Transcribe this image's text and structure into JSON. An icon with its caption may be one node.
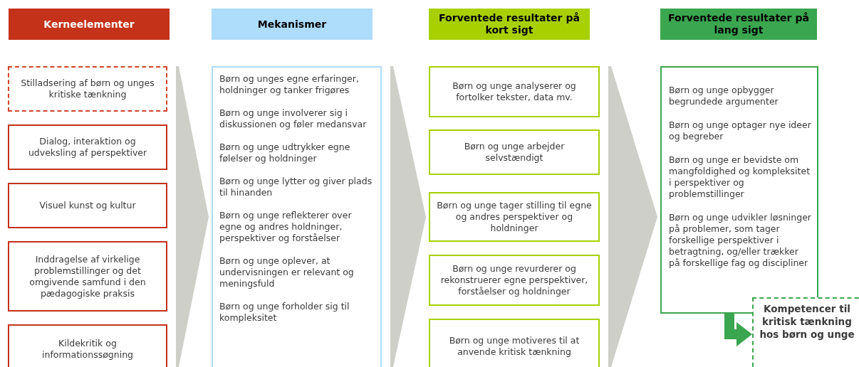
{
  "diagram": {
    "nodes": [
      {
        "text": [
          "Kerneelementer"
        ]
      },
      {
        "text": [
          "Mekanismer"
        ]
      },
      {
        "text": [
          "Forventede resultater på kort sigt"
        ]
      },
      {
        "text": [
          "Forventede resultater på lang sigt"
        ]
      },
      {
        "text": [
          "Stilladsering af børn og unges kritiske tænkning"
        ]
      },
      {
        "text": [
          "Dialog, interaktion og udveksling af perspektiver"
        ]
      },
      {
        "text": [
          "Visuel kunst og kultur"
        ]
      },
      {
        "text": [
          "Inddragelse af virkelige problemstillinger og det omgivende samfund i den pædagogiske praksis"
        ]
      },
      {
        "text": [
          "Kildekritik og informationssøgning"
        ]
      },
      {
        "text": [
          "Børn og unges egne erfaringer, holdninger og tanker frigøres",
          "Børn og unge involverer sig i diskussionen og føler medansvar",
          "Børn og unge udtrykker egne følelser og holdninger",
          "Børn og unge lytter og giver plads til hinanden",
          "Børn og unge reflekterer over egne og andres holdninger, perspektiver og forståelser",
          "Børn og unge oplever, at undervisningen er relevant og meningsfuld",
          "Børn og unge forholder sig til kompleksitet"
        ]
      },
      {
        "text": [
          "Børn og unge analyserer og fortolker tekster, data mv."
        ]
      },
      {
        "text": [
          "Børn og unge arbejder selvstændigt"
        ]
      },
      {
        "text": [
          "Børn og unge  tager stilling til egne og andres perspektiver og holdninger"
        ]
      },
      {
        "text": [
          "Børn og unge revurderer og rekonstruerer egne perspektiver, forståelser og holdninger"
        ]
      },
      {
        "text": [
          "Børn og unge motiveres til at anvende kritisk tænkning"
        ]
      },
      {
        "text": [
          "Børn og unge opbygger begrundede argumenter",
          "Børn og unge optager nye ideer og begreber",
          "Børn og unge er bevidste om mangfoldighed og kompleksitet i perspektiver og problemstillinger",
          "Børn og unge udvikler løsninger på problemer, som tager forskellige perspektiver i betragtning, og/eller trækker på forskellige fag og discipliner"
        ]
      },
      {
        "text": [
          "Kompetencer til kritisk tænkning hos børn og unge"
        ]
      }
    ],
    "edges": [
      {
        "from": 6,
        "to": 9,
        "arrow": "to",
        "style": "thick"
      },
      {
        "from": 9,
        "to": 12,
        "arrow": "to",
        "style": "thick"
      },
      {
        "from": 12,
        "to": 15,
        "arrow": "to",
        "style": "thick"
      },
      {
        "from": 15,
        "to": 16,
        "arrow": "to",
        "style": "thick",
        "color": "#3aa64f"
      }
    ]
  }
}
